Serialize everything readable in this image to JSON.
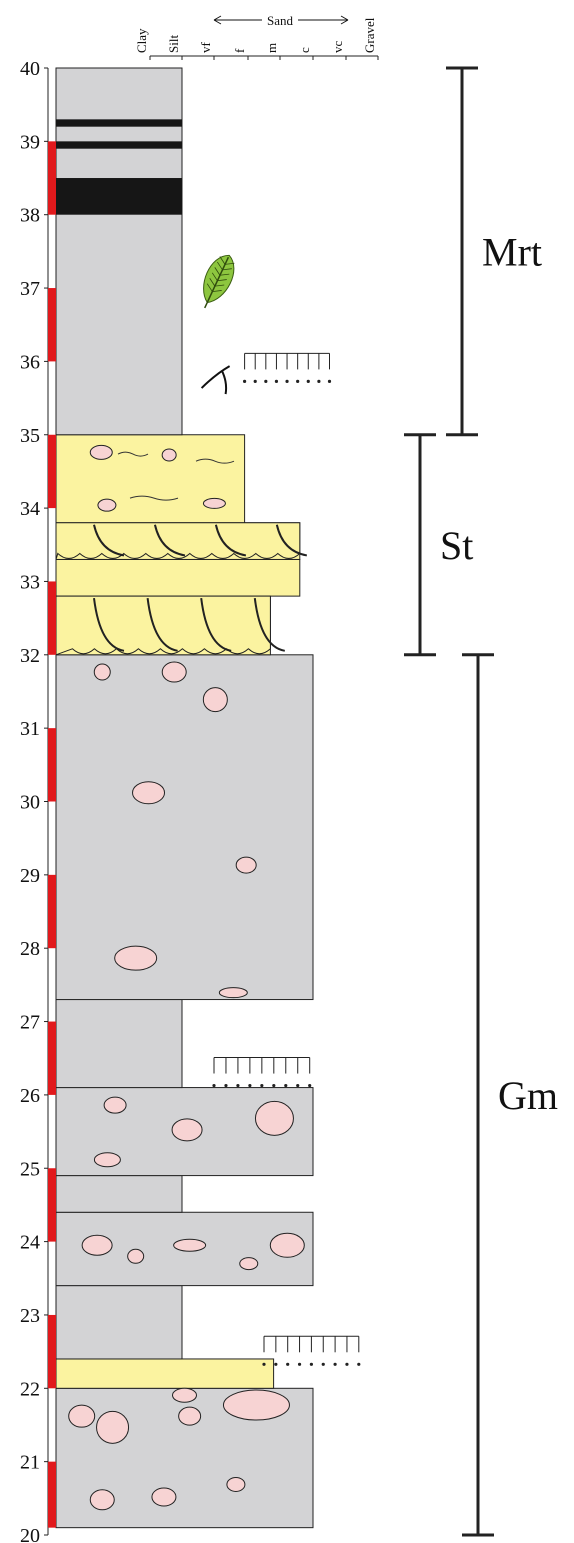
{
  "colors": {
    "mudstone": "#d3d3d5",
    "sand": "#fbf3a0",
    "clast": "#f7d3d3",
    "coal": "#161616",
    "scale_mark": "#e1191c",
    "leaf": "#8dc63f",
    "outline": "#222222"
  },
  "icons": [
    "leaf-fossil-icon",
    "root-trace-icon",
    "pebble-icon",
    "cross-bedding-icon",
    "paleosol-symbol"
  ],
  "depth_axis": {
    "ticks": [
      "40",
      "39",
      "38",
      "37",
      "36",
      "35",
      "34",
      "33",
      "32",
      "31",
      "30",
      "29",
      "28",
      "27",
      "26",
      "25",
      "24",
      "23",
      "22",
      "21",
      "20"
    ],
    "min": 20,
    "max": 40,
    "red_marks": [
      [
        20.1,
        21.0
      ],
      [
        22.0,
        23.0
      ],
      [
        24.0,
        25.0
      ],
      [
        26.0,
        27.0
      ],
      [
        28.0,
        29.0
      ],
      [
        30.0,
        31.0
      ],
      [
        32.0,
        33.0
      ],
      [
        34.0,
        35.0
      ],
      [
        36.0,
        37.0
      ],
      [
        38.0,
        39.0
      ]
    ]
  },
  "grain_size": {
    "header": "Sand",
    "classes": [
      "Clay",
      "Silt",
      "vf",
      "f",
      "m",
      "c",
      "vc",
      "Gravel"
    ]
  },
  "layers": [
    {
      "type": "mudstone",
      "bottom": 20.1,
      "top": 22.0,
      "grain": 6.0,
      "clasts": true
    },
    {
      "type": "sandstone",
      "bottom": 22.0,
      "top": 22.4,
      "grain": 4.8,
      "clasts": false
    },
    {
      "type": "mudstone",
      "bottom": 22.4,
      "top": 23.4,
      "grain": 2.0,
      "clasts": false
    },
    {
      "type": "mudstone",
      "bottom": 23.4,
      "top": 24.4,
      "grain": 6.0,
      "clasts": true
    },
    {
      "type": "mudstone",
      "bottom": 24.4,
      "top": 24.9,
      "grain": 2.0,
      "clasts": false
    },
    {
      "type": "mudstone",
      "bottom": 24.9,
      "top": 26.1,
      "grain": 6.0,
      "clasts": true
    },
    {
      "type": "mudstone",
      "bottom": 26.1,
      "top": 27.3,
      "grain": 2.0,
      "clasts": false
    },
    {
      "type": "mudstone",
      "bottom": 27.3,
      "top": 32.0,
      "grain": 6.0,
      "clasts": true
    },
    {
      "type": "sandstone",
      "bottom": 32.0,
      "top": 32.8,
      "grain": 4.7,
      "clasts": false
    },
    {
      "type": "sandstone",
      "bottom": 32.8,
      "top": 33.3,
      "grain": 5.6,
      "clasts": false
    },
    {
      "type": "sandstone",
      "bottom": 33.3,
      "top": 33.8,
      "grain": 5.6,
      "clasts": false
    },
    {
      "type": "sandstone",
      "bottom": 33.8,
      "top": 35.0,
      "grain": 3.9,
      "clasts": true
    },
    {
      "type": "mudstone",
      "bottom": 35.0,
      "top": 40.0,
      "grain": 2.0,
      "clasts": false
    }
  ],
  "coal_bands": [
    [
      38.0,
      38.5
    ],
    [
      38.9,
      39.0
    ],
    [
      39.2,
      39.3
    ]
  ],
  "facies": [
    {
      "label": "Mrt",
      "bottom": 35.0,
      "top": 40.0
    },
    {
      "label": "St",
      "bottom": 32.0,
      "top": 35.0
    },
    {
      "label": "Gm",
      "bottom": 20.0,
      "top": 32.0
    }
  ],
  "paleosol_symbols": [
    {
      "depth": 36.0,
      "from": 3.9,
      "to": 6.5
    },
    {
      "depth": 26.4,
      "from": 3.0,
      "to": 5.9
    },
    {
      "depth": 22.6,
      "from": 4.5,
      "to": 7.4
    }
  ],
  "fossils": [
    {
      "kind": "leaf",
      "depth": 37.1,
      "grain": 3.1
    },
    {
      "kind": "root",
      "depth": 35.8,
      "grain": 2.8
    }
  ]
}
